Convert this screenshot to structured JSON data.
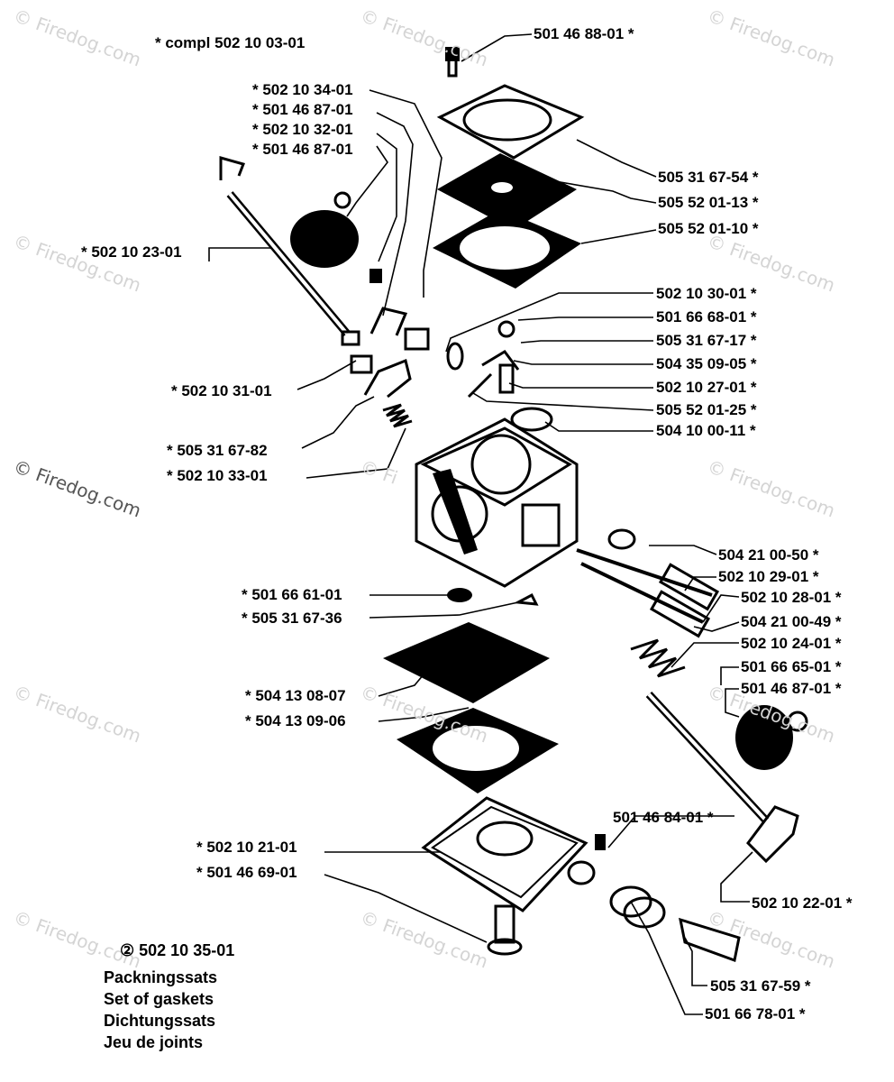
{
  "header": {
    "compl": "*  compl 502 10 03-01"
  },
  "watermark": {
    "text": "© Firedog.com",
    "short": "© Fi"
  },
  "labels": [
    {
      "id": "top",
      "text": "501 46 88-01  *"
    },
    {
      "id": "l1",
      "text": "*  502 10 34-01"
    },
    {
      "id": "l2",
      "text": "*  501 46 87-01"
    },
    {
      "id": "l3",
      "text": "*  502 10 32-01"
    },
    {
      "id": "l4",
      "text": "*  501 46 87-01"
    },
    {
      "id": "l5",
      "text": "*  502 10 23-01"
    },
    {
      "id": "l6",
      "text": "*  502 10 31-01"
    },
    {
      "id": "l7",
      "text": "*  505 31 67-82"
    },
    {
      "id": "l8",
      "text": "*  502 10 33-01"
    },
    {
      "id": "l9",
      "text": "*  501 66 61-01"
    },
    {
      "id": "l10",
      "text": "*  505 31 67-36"
    },
    {
      "id": "l11",
      "text": "*  504 13 08-07"
    },
    {
      "id": "l12",
      "text": "*  504 13 09-06"
    },
    {
      "id": "l13",
      "text": "*  502 10 21-01"
    },
    {
      "id": "l14",
      "text": "*  501 46 69-01"
    },
    {
      "id": "r1",
      "text": "505 31 67-54  *"
    },
    {
      "id": "r2",
      "text": "505 52 01-13  *"
    },
    {
      "id": "r3",
      "text": "505 52 01-10  *"
    },
    {
      "id": "r4",
      "text": "502 10 30-01  *"
    },
    {
      "id": "r5",
      "text": "501 66 68-01  *"
    },
    {
      "id": "r6",
      "text": "505 31 67-17  *"
    },
    {
      "id": "r7",
      "text": "504 35 09-05  *"
    },
    {
      "id": "r8",
      "text": "502 10 27-01  *"
    },
    {
      "id": "r9",
      "text": "505 52 01-25  *"
    },
    {
      "id": "r10",
      "text": "504 10 00-11  *"
    },
    {
      "id": "r11",
      "text": "504 21 00-50  *"
    },
    {
      "id": "r12",
      "text": "502 10 29-01  *"
    },
    {
      "id": "r13",
      "text": "502 10 28-01  *"
    },
    {
      "id": "r14",
      "text": "504 21 00-49  *"
    },
    {
      "id": "r15",
      "text": "502 10 24-01  *"
    },
    {
      "id": "r16",
      "text": "501 66 65-01  *"
    },
    {
      "id": "r17",
      "text": "501 46 87-01  *"
    },
    {
      "id": "r18",
      "text": "501 46 84-01  *"
    },
    {
      "id": "r19",
      "text": "502 10 22-01  *"
    },
    {
      "id": "r20",
      "text": "505 31 67-59  *"
    },
    {
      "id": "r21",
      "text": "501 66 78-01  *"
    }
  ],
  "kit": {
    "number": "② 502 10 35-01",
    "lines": [
      "Packningssats",
      "Set of gaskets",
      "Dichtungssats",
      "Jeu de joints"
    ]
  }
}
